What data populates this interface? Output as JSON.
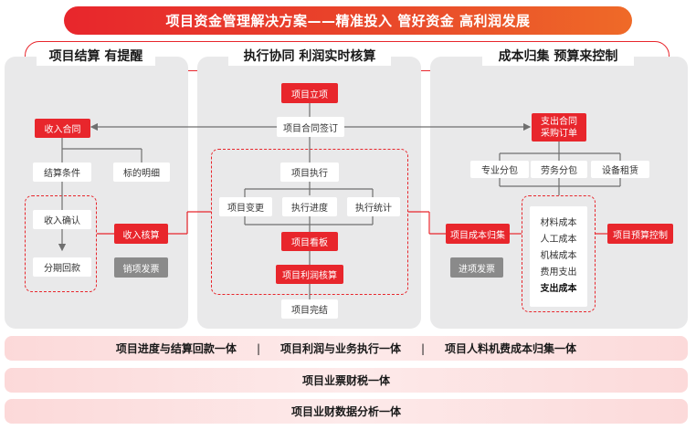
{
  "header": {
    "title": "项目资金管理解决方案——精准投入 管好资金 高利润发展"
  },
  "sections": {
    "left_title": "项目结算 有提醒",
    "mid_title": "执行协同 利润实时核算",
    "right_title": "成本归集 预算来控制"
  },
  "left": {
    "income_contract": "收入合同",
    "settlement_terms": "结算条件",
    "item_detail": "标的明细",
    "income_confirm": "收入确认",
    "installment": "分期回款",
    "income_accounting": "收入核算",
    "sales_invoice": "销项发票"
  },
  "mid": {
    "project_setup": "项目立项",
    "contract_sign": "项目合同签订",
    "project_exec": "项目执行",
    "project_change": "项目变更",
    "exec_progress": "执行进度",
    "exec_stats": "执行统计",
    "project_board": "项目看板",
    "profit_accounting": "项目利润核算",
    "project_done": "项目完结"
  },
  "right": {
    "purchase_line1": "支出合同",
    "purchase_line2": "采购订单",
    "sub_professional": "专业分包",
    "sub_labor": "劳务分包",
    "equipment_lease": "设备租赁",
    "cost_items": [
      "材料成本",
      "人工成本",
      "机械成本",
      "费用支出",
      "支出成本"
    ],
    "cost_collect": "项目成本归集",
    "budget_control": "项目预算控制",
    "input_invoice": "进项发票"
  },
  "bands": {
    "band1_a": "项目进度与结算回款一体",
    "band1_b": "项目利润与业务执行一体",
    "band1_c": "项目人料机费成本归集一体",
    "separator": "|",
    "band2": "项目业票财税一体",
    "band3": "项目业财数据分析一体"
  },
  "colors": {
    "accent": "#e8262c",
    "panel": "#e9e9ea",
    "band": "#fde3e3"
  }
}
